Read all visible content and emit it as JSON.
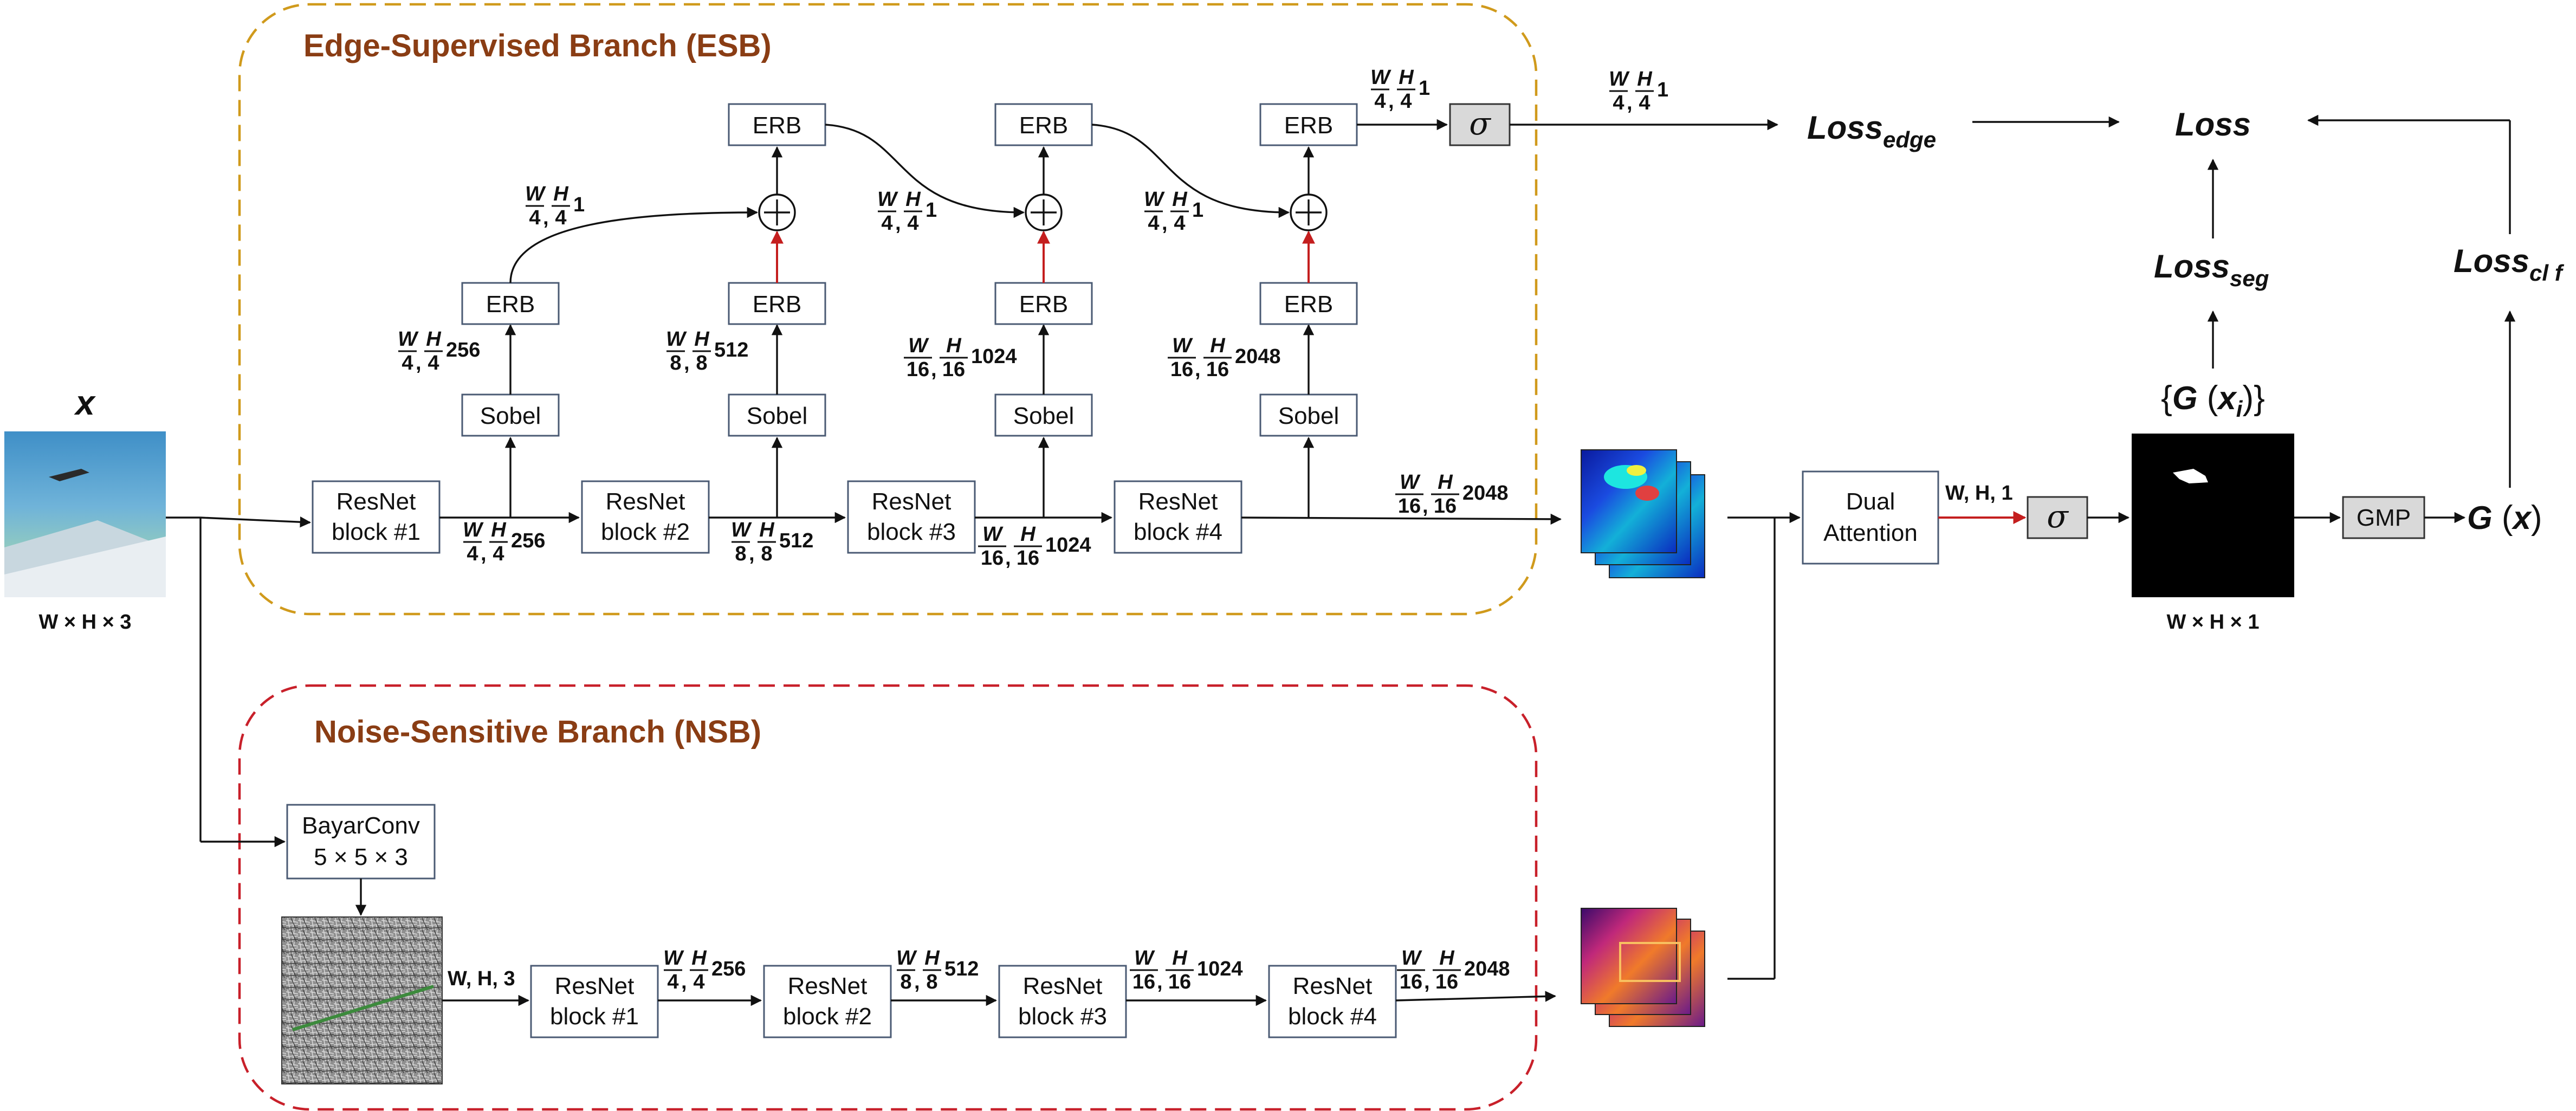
{
  "branches": {
    "esb_title": "Edge-Supervised Branch (ESB)",
    "nsb_title": "Noise-Sensitive Branch (NSB)"
  },
  "input": {
    "symbol": "x",
    "size": "W × H × 3"
  },
  "esb": {
    "resnet_blocks": [
      {
        "l1": "ResNet",
        "l2": "block #1"
      },
      {
        "l1": "ResNet",
        "l2": "block #2"
      },
      {
        "l1": "ResNet",
        "l2": "block #3"
      },
      {
        "l1": "ResNet",
        "l2": "block #4"
      }
    ],
    "sobel_label": "Sobel",
    "erb_label": "ERB",
    "resnet_dims": [
      {
        "w": "W",
        "h": "H",
        "wd": "4",
        "hd": "4",
        "c": "256"
      },
      {
        "w": "W",
        "h": "H",
        "wd": "8",
        "hd": "8",
        "c": "512"
      },
      {
        "w": "W",
        "h": "H",
        "wd": "16",
        "hd": "16",
        "c": "1024"
      },
      {
        "w": "W",
        "h": "H",
        "wd": "16",
        "hd": "16",
        "c": "2048"
      }
    ],
    "sobel_dims": [
      {
        "w": "W",
        "h": "H",
        "wd": "4",
        "hd": "4",
        "c": "256"
      },
      {
        "w": "W",
        "h": "H",
        "wd": "8",
        "hd": "8",
        "c": "512"
      },
      {
        "w": "W",
        "h": "H",
        "wd": "16",
        "hd": "16",
        "c": "1024"
      },
      {
        "w": "W",
        "h": "H",
        "wd": "16",
        "hd": "16",
        "c": "2048"
      }
    ],
    "edge_dim": {
      "w": "W",
      "h": "H",
      "wd": "4",
      "hd": "4",
      "c": "1"
    },
    "sigma": "σ"
  },
  "nsb": {
    "bayar_l1": "BayarConv",
    "bayar_l2": "5 × 5 × 3",
    "bayar_out": "W, H, 3",
    "resnet_blocks": [
      {
        "l1": "ResNet",
        "l2": "block #1"
      },
      {
        "l1": "ResNet",
        "l2": "block #2"
      },
      {
        "l1": "ResNet",
        "l2": "block #3"
      },
      {
        "l1": "ResNet",
        "l2": "block #4"
      }
    ],
    "dims": [
      {
        "w": "W",
        "h": "H",
        "wd": "4",
        "hd": "4",
        "c": "256"
      },
      {
        "w": "W",
        "h": "H",
        "wd": "8",
        "hd": "8",
        "c": "512"
      },
      {
        "w": "W",
        "h": "H",
        "wd": "16",
        "hd": "16",
        "c": "1024"
      },
      {
        "w": "W",
        "h": "H",
        "wd": "16",
        "hd": "16",
        "c": "2048"
      }
    ]
  },
  "fusion": {
    "dual_l1": "Dual",
    "dual_l2": "Attention",
    "da_out": "W, H, 1",
    "sigma": "σ",
    "mask_size": "W × H × 1",
    "gmp": "GMP",
    "gx_main": "G",
    "gx_arg": "x",
    "gxi_main": "G",
    "gxi_arg": "x",
    "gxi_sub": "i"
  },
  "losses": {
    "total": "Loss",
    "edge_main": "Loss",
    "edge_sub": "edge",
    "seg_main": "Loss",
    "seg_sub": "seg",
    "clf_main": "Loss",
    "clf_sub": "cl f"
  }
}
